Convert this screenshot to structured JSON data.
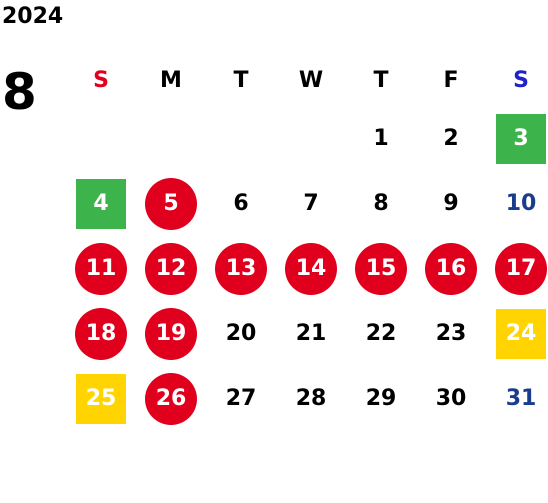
{
  "calendar": {
    "year": "2024",
    "month": "8",
    "weekdays": [
      {
        "label": "S",
        "color": "#e0001e"
      },
      {
        "label": "M",
        "color": "#000000"
      },
      {
        "label": "T",
        "color": "#000000"
      },
      {
        "label": "W",
        "color": "#000000"
      },
      {
        "label": "T",
        "color": "#000000"
      },
      {
        "label": "F",
        "color": "#000000"
      },
      {
        "label": "S",
        "color": "#1f22c8"
      }
    ],
    "weeks": [
      [
        {
          "day": "",
          "style": "empty"
        },
        {
          "day": "",
          "style": "empty"
        },
        {
          "day": "",
          "style": "empty"
        },
        {
          "day": "",
          "style": "empty"
        },
        {
          "day": "1",
          "style": "plain"
        },
        {
          "day": "2",
          "style": "plain"
        },
        {
          "day": "3",
          "style": "green"
        }
      ],
      [
        {
          "day": "4",
          "style": "green"
        },
        {
          "day": "5",
          "style": "circle"
        },
        {
          "day": "6",
          "style": "plain"
        },
        {
          "day": "7",
          "style": "plain"
        },
        {
          "day": "8",
          "style": "plain"
        },
        {
          "day": "9",
          "style": "plain"
        },
        {
          "day": "10",
          "style": "blue"
        }
      ],
      [
        {
          "day": "11",
          "style": "circle"
        },
        {
          "day": "12",
          "style": "circle"
        },
        {
          "day": "13",
          "style": "circle"
        },
        {
          "day": "14",
          "style": "circle"
        },
        {
          "day": "15",
          "style": "circle"
        },
        {
          "day": "16",
          "style": "circle"
        },
        {
          "day": "17",
          "style": "circle"
        }
      ],
      [
        {
          "day": "18",
          "style": "circle"
        },
        {
          "day": "19",
          "style": "circle"
        },
        {
          "day": "20",
          "style": "plain"
        },
        {
          "day": "21",
          "style": "plain"
        },
        {
          "day": "22",
          "style": "plain"
        },
        {
          "day": "23",
          "style": "plain"
        },
        {
          "day": "24",
          "style": "yellow"
        }
      ],
      [
        {
          "day": "25",
          "style": "yellow"
        },
        {
          "day": "26",
          "style": "circle"
        },
        {
          "day": "27",
          "style": "plain"
        },
        {
          "day": "28",
          "style": "plain"
        },
        {
          "day": "29",
          "style": "plain"
        },
        {
          "day": "30",
          "style": "plain"
        },
        {
          "day": "31",
          "style": "blue"
        }
      ]
    ]
  }
}
